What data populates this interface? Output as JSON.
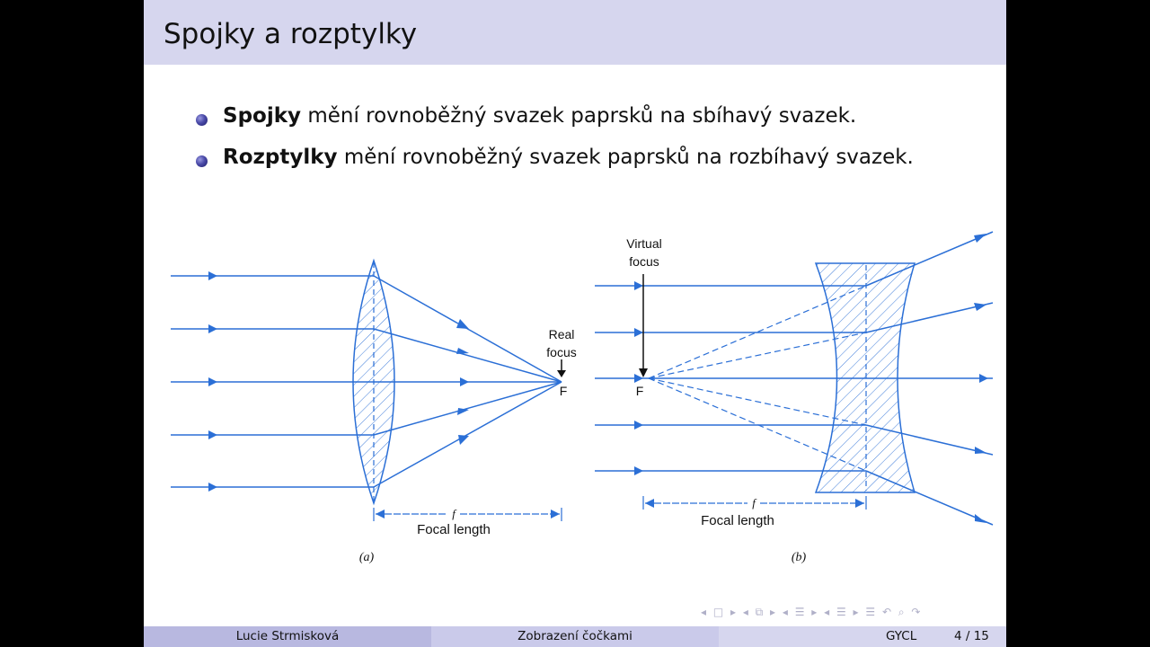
{
  "slide": {
    "title": "Spojky a rozptylky",
    "bullets": [
      {
        "bold": "Spojky",
        "rest": " mění rovnoběžný svazek paprsků na sbíhavý svazek."
      },
      {
        "bold": "Rozptylky",
        "rest": " mění rovnoběžný svazek paprsků na rozbíhavý svazek."
      }
    ],
    "figure_a": {
      "caption": "(a)",
      "focus_label_1": "Real",
      "focus_label_2": "focus",
      "focus_point": "F",
      "f_symbol": "f",
      "length_label": "Focal length"
    },
    "figure_b": {
      "caption": "(b)",
      "focus_label_1": "Virtual",
      "focus_label_2": "focus",
      "focus_point": "F",
      "f_symbol": "f",
      "length_label": "Focal length"
    },
    "ray_color": "#2b6fd6",
    "accent_color": "#d6d6ee"
  },
  "nav": {
    "icons": "◂ □ ▸  ◂ ⧉ ▸  ◂ ☰ ▸  ◂ ☰ ▸   ☰   ↶ ⌕ ↷"
  },
  "footer": {
    "author": "Lucie Strmisková",
    "topic": "Zobrazení čočkami",
    "institute": "GYCL",
    "page": "4 / 15"
  }
}
